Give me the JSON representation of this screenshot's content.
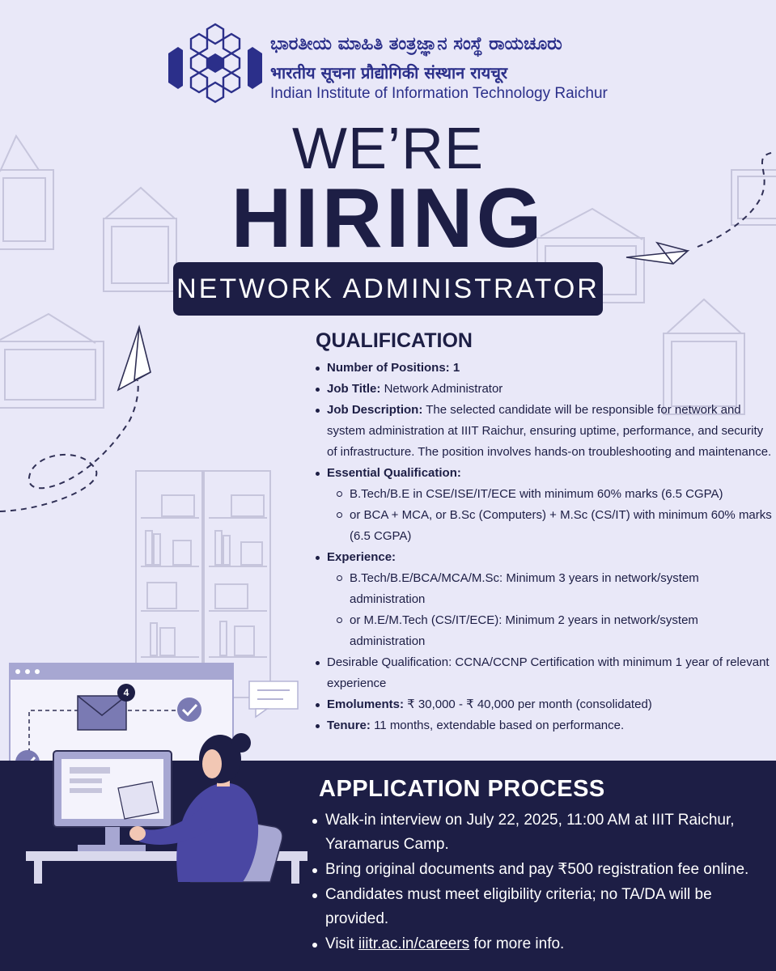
{
  "header": {
    "name_kannada": "ಭಾರತೀಯ ಮಾಹಿತಿ ತಂತ್ರಜ್ಞಾನ ಸಂಸ್ಥೆ ರಾಯಚೂರು",
    "name_hindi": "भारतीय सूचना प्रौद्योगिकी संस्थान रायचूर",
    "name_english": "Indian Institute of Information Technology Raichur",
    "logo_icon": "hexagon-network-logo"
  },
  "headline": {
    "line1": "WE’RE",
    "line2": "HIRING",
    "role": "NETWORK ADMINISTRATOR"
  },
  "qualification": {
    "title": "QUALIFICATION",
    "positions_label": "Number of Positions: 1",
    "job_title_label": "Job Title:",
    "job_title_value": " Network Administrator",
    "job_desc_label": "Job Description:",
    "job_desc_value": " The selected candidate will be responsible for network and system administration at IIIT Raichur, ensuring uptime, performance, and security  of infrastructure. The position involves hands-on troubleshooting and maintenance.",
    "essential_label": "Essential Qualification:",
    "essential_items": [
      " B.Tech/B.E in CSE/ISE/IT/ECE with minimum 60% marks (6.5 CGPA)",
      "or BCA + MCA, or B.Sc (Computers) + M.Sc (CS/IT) with minimum 60% marks (6.5 CGPA)"
    ],
    "experience_label": "Experience:",
    "experience_items": [
      "B.Tech/B.E/BCA/MCA/M.Sc: Minimum 3 years in network/system administration",
      "or M.E/M.Tech (CS/IT/ECE): Minimum 2 years in network/system administration"
    ],
    "desirable": "Desirable Qualification: CCNA/CCNP Certification with minimum 1 year of relevant experience",
    "emoluments_label": "Emoluments:",
    "emoluments_value": " ₹ 30,000 - ₹ 40,000 per month (consolidated)",
    "tenure_label": "Tenure:",
    "tenure_value": " 11 months,  extendable based on performance."
  },
  "application": {
    "title": "APPLICATION PROCESS",
    "item1": "Walk-in interview on July 22, 2025, 11:00 AM at IIIT Raichur, Yaramarus Camp.",
    "item2": "Bring original documents and pay ₹500 registration fee online.",
    "item3": "Candidates must meet eligibility criteria; no TA/DA will be provided.",
    "item4_prefix": "Visit ",
    "item4_link": "iiitr.ac.in/careers",
    "item4_suffix": " for more info."
  },
  "illustration": {
    "mail_badge_count": "4"
  },
  "colors": {
    "background": "#e9e8f8",
    "navy": "#1d1e45",
    "logo_blue": "#2b2f8a",
    "accent_purple": "#4a47a3"
  }
}
